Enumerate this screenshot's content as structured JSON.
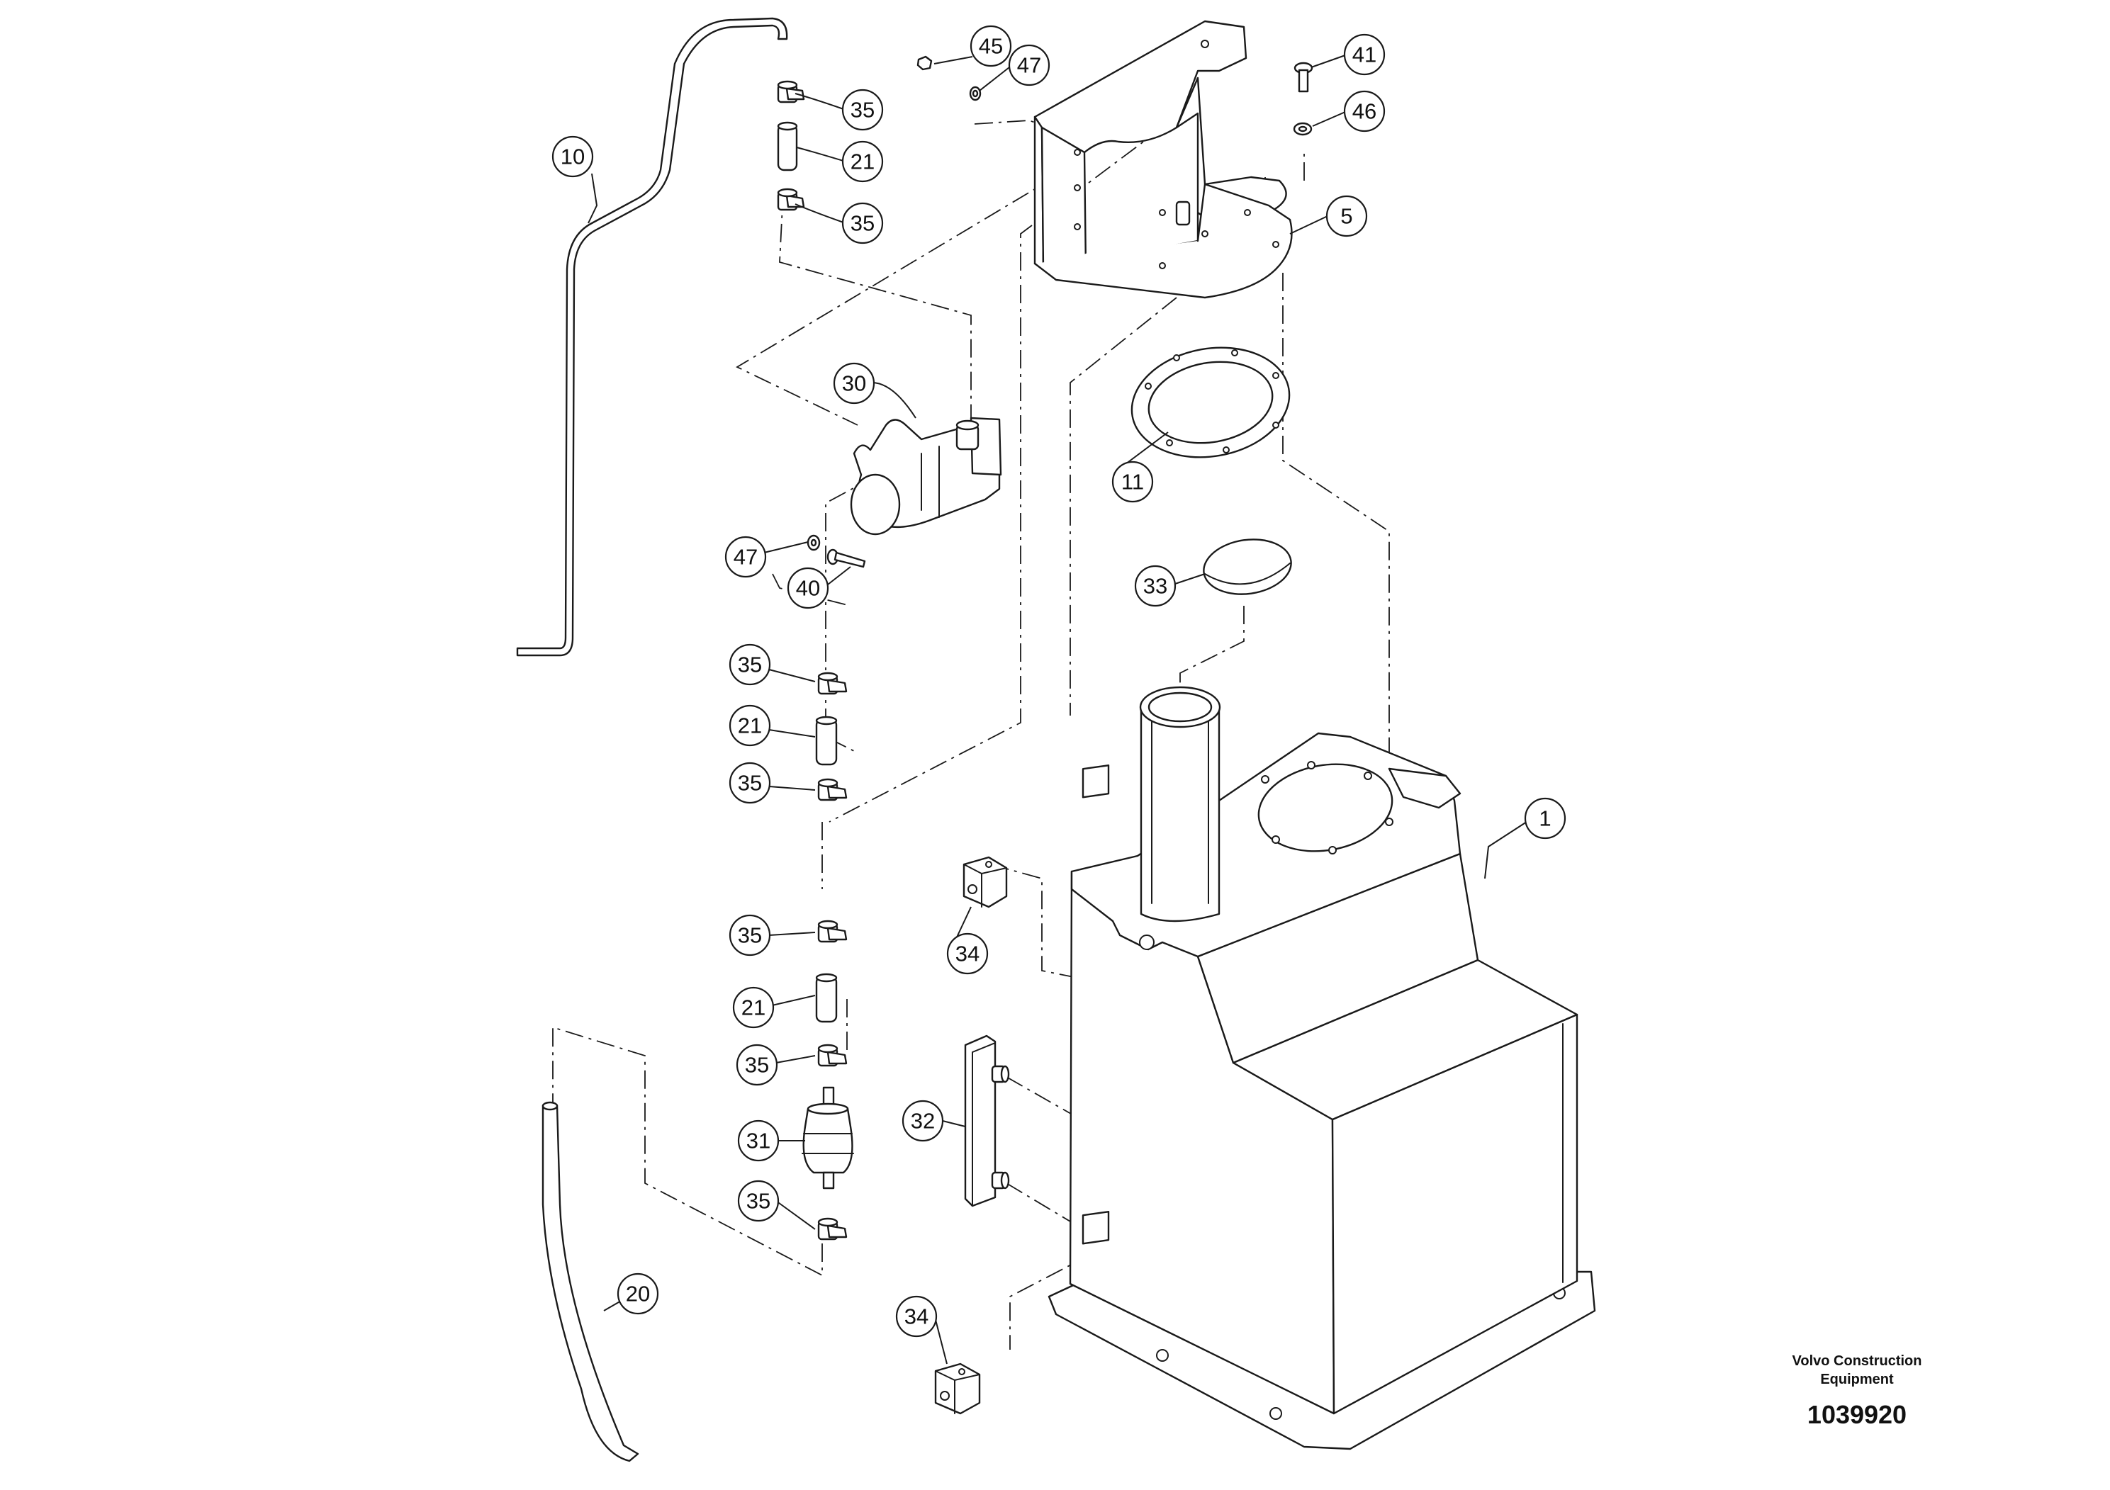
{
  "labels": {
    "p1": "1",
    "p5": "5",
    "p10": "10",
    "p11": "11",
    "p20": "20",
    "p21a": "21",
    "p21b": "21",
    "p21c": "21",
    "p30": "30",
    "p31": "31",
    "p32": "32",
    "p33": "33",
    "p34a": "34",
    "p34b": "34",
    "p35a": "35",
    "p35b": "35",
    "p35c": "35",
    "p35d": "35",
    "p35e": "35",
    "p35f": "35",
    "p35g": "35",
    "p40": "40",
    "p41": "41",
    "p45": "45",
    "p46": "46",
    "p47a": "47",
    "p47b": "47"
  },
  "footer": {
    "brand_line1": "Volvo Construction",
    "brand_line2": "Equipment",
    "drawing_number": "1039920"
  }
}
